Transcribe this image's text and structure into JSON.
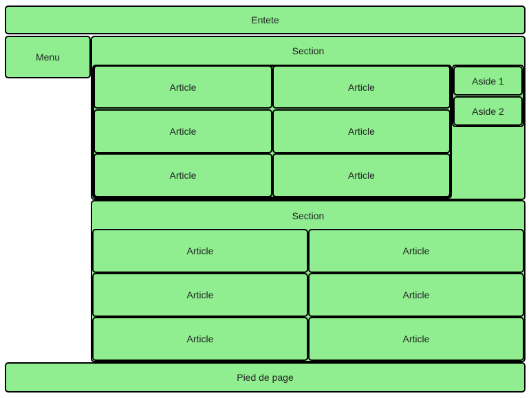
{
  "header": {
    "label": "Entete"
  },
  "menu": {
    "label": "Menu"
  },
  "section1": {
    "label": "Section",
    "articles": [
      "Article",
      "Article",
      "Article",
      "Article",
      "Article",
      "Article"
    ],
    "asides": [
      "Aside 1",
      "Aside 2"
    ]
  },
  "section2": {
    "label": "Section",
    "articles": [
      "Article",
      "Article",
      "Article",
      "Article",
      "Article",
      "Article"
    ]
  },
  "footer": {
    "label": "Pied de page"
  },
  "colors": {
    "fill": "#90EE90",
    "border": "#000000"
  }
}
